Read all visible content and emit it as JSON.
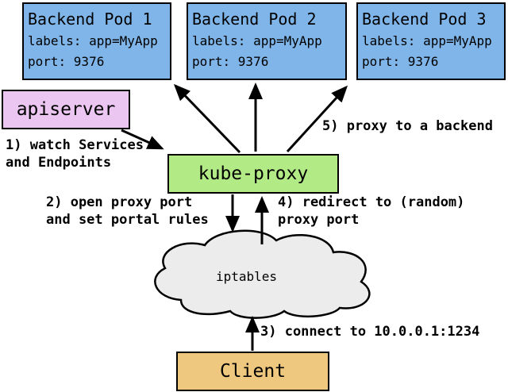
{
  "pods": [
    {
      "title": "Backend Pod 1",
      "labels_line": "labels: app=MyApp",
      "port_line": "port: 9376"
    },
    {
      "title": "Backend Pod 2",
      "labels_line": "labels: app=MyApp",
      "port_line": "port: 9376"
    },
    {
      "title": "Backend Pod 3",
      "labels_line": "labels: app=MyApp",
      "port_line": "port: 9376"
    }
  ],
  "nodes": {
    "apiserver": "apiserver",
    "kube_proxy": "kube-proxy",
    "iptables": "iptables",
    "client": "Client"
  },
  "annotations": {
    "step1": "1) watch Services\nand Endpoints",
    "step2": "2) open proxy port\nand set portal rules",
    "step3": "3) connect to 10.0.0.1:1234",
    "step4": "4) redirect to (random)\nproxy port",
    "step5": "5) proxy to a backend"
  },
  "colors": {
    "pod_fill": "#7fb5e9",
    "apiserver_fill": "#eac6f0",
    "kube_proxy_fill": "#b2eb86",
    "client_fill": "#eec87e",
    "cloud_fill": "#ececec",
    "line": "#000000",
    "background": "#ffffff"
  }
}
